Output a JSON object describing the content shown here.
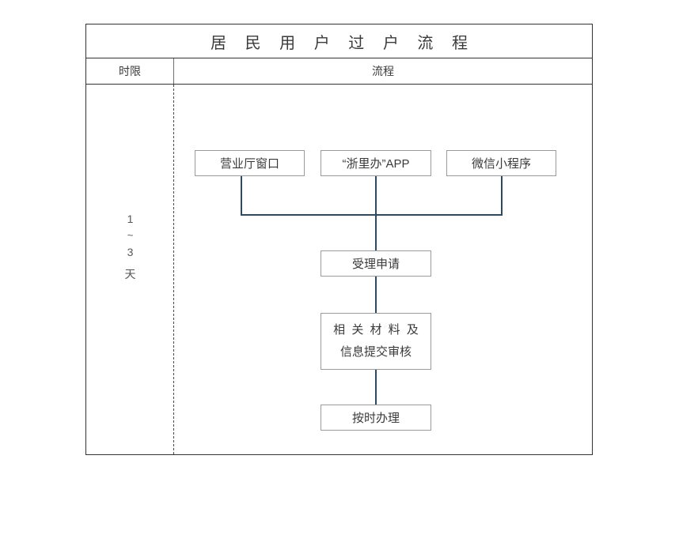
{
  "title": "居 民 用 户 过 户 流 程",
  "columns": {
    "time_header": "时限",
    "flow_header": "流程"
  },
  "time_value": {
    "from": "1",
    "separator": "~",
    "to": "3",
    "unit": "天"
  },
  "nodes": {
    "channel_counter": "营业厅窗口",
    "channel_app": "“浙里办”APP",
    "channel_miniprogram": "微信小程序",
    "accept_application": "受理申请",
    "submit_materials_line1": "相 关 材 料 及",
    "submit_materials_line2": "信息提交审核",
    "process_on_time": "按时办理"
  },
  "colors": {
    "table_border": "#333333",
    "node_border": "#9a9a9a",
    "connector": "#2d4a63",
    "text": "#3a3a3a",
    "background": "#ffffff"
  },
  "chart_data": {
    "type": "diagram",
    "title": "居 民 用 户 过 户 流 程",
    "columns": [
      "时限",
      "流程"
    ],
    "time_limit": "1 ~ 3 天",
    "nodes": [
      {
        "id": "n1",
        "label": "营业厅窗口",
        "level": 1
      },
      {
        "id": "n2",
        "label": "“浙里办”APP",
        "level": 1
      },
      {
        "id": "n3",
        "label": "微信小程序",
        "level": 1
      },
      {
        "id": "n4",
        "label": "受理申请",
        "level": 2
      },
      {
        "id": "n5",
        "label": "相关材料及信息提交审核",
        "level": 3
      },
      {
        "id": "n6",
        "label": "按时办理",
        "level": 4
      }
    ],
    "edges": [
      {
        "from": "n1",
        "to": "n4"
      },
      {
        "from": "n2",
        "to": "n4"
      },
      {
        "from": "n3",
        "to": "n4"
      },
      {
        "from": "n4",
        "to": "n5"
      },
      {
        "from": "n5",
        "to": "n6"
      }
    ]
  }
}
